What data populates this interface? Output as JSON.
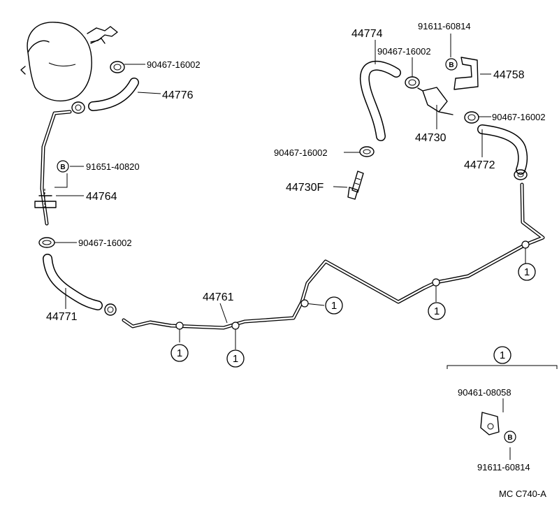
{
  "labels": {
    "clamp_a": "90467-16002",
    "hose_44776": "44776",
    "bolt_b1": "91651-40820",
    "clamp_44764": "44764",
    "clamp_b": "90467-16002",
    "hose_44771": "44771",
    "pipe_44761": "44761",
    "hose_44774": "44774",
    "clamp_c": "90467-16002",
    "bolt_b2": "91611-60814",
    "bracket_44758": "44758",
    "valve_44730": "44730",
    "clamp_d": "90467-16002",
    "hose_44772": "44772",
    "clamp_e": "90467-16002",
    "union_44730f": "44730F",
    "detail_clamp": "90461-08058",
    "detail_bolt": "91611-60814",
    "diagram_code": "MC  C740-A"
  },
  "marker_one": "1",
  "badge_letter": "B"
}
